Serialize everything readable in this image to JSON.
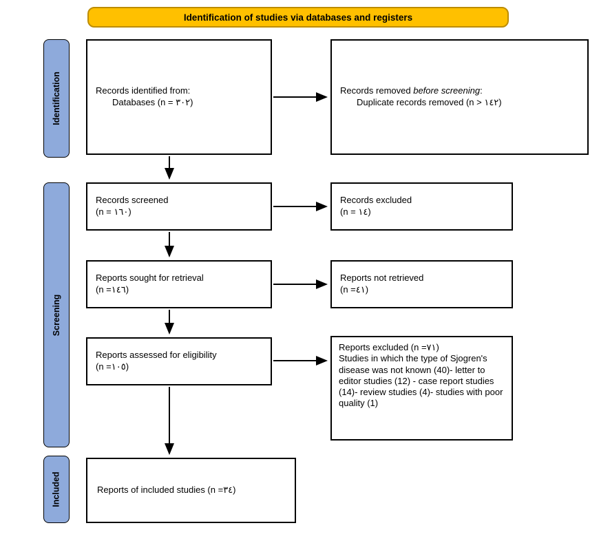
{
  "banner": {
    "label": "Identification of studies via databases and registers"
  },
  "sidebar": {
    "identification": "Identification",
    "screening": "Screening",
    "included": "Included"
  },
  "boxes": {
    "records_identified": {
      "line1": "Records identified from:",
      "line2": "Databases (n = ٣٠٢)"
    },
    "records_removed": {
      "line1_prefix": "Records removed ",
      "line1_italic": "before screening",
      "line1_suffix": ":",
      "line2": "Duplicate records removed (n > ١٤٢)"
    },
    "records_screened": {
      "line1": "Records screened",
      "line2": "(n = ١٦٠)"
    },
    "records_excluded": {
      "line1": "Records excluded",
      "line2": "(n = ١٤)"
    },
    "reports_sought": {
      "line1": "Reports sought for retrieval",
      "line2": "(n =١٤٦)"
    },
    "reports_not_retrieved": {
      "line1": "Reports not retrieved",
      "line2": "(n =٤١)"
    },
    "reports_assessed": {
      "line1": "Reports assessed for eligibility",
      "line2": "(n =١٠٥)"
    },
    "reports_excluded": {
      "line1": "Reports excluded (n =٧١)",
      "body": "Studies in which the type of Sjogren's disease was not known (40)- letter to editor studies (12) - case report studies (14)- review studies (4)- studies with poor quality (1)"
    },
    "included_studies": {
      "line1": "Reports of included studies (n =٣٤)"
    }
  },
  "colors": {
    "banner_bg": "#FFC000",
    "banner_border": "#BC8C00",
    "sidebar_bg": "#8EAADB",
    "box_border": "#000000",
    "arrow": "#000000"
  }
}
